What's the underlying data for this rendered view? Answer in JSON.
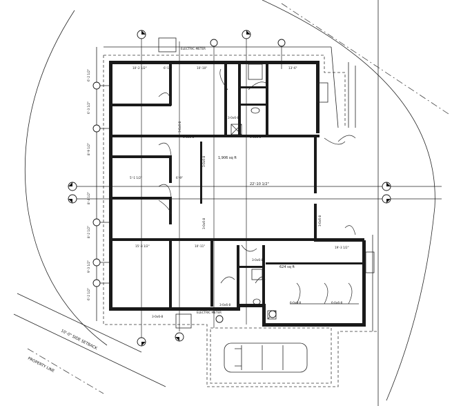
{
  "labels": {
    "side_setback": "10'-0\" SIDE SETBACK",
    "property_line": "PROPERTY LINE",
    "area_main": "1,906 sq ft",
    "area_right": "624 sq ft",
    "dim_main_width": "22'-10 1/2\"",
    "electric_meter_top": "ELECTRIC METER",
    "electric_meter_bottom": "ELECTRIC METER"
  },
  "dimensions": {
    "top_left_room": "10'-2 1/2\"",
    "top_mid_room": "10'-10\"",
    "top_right_room": "13'-6\"",
    "top_small": "6'-11\"",
    "mid_left": "6'-9\"",
    "mid_right": "5'-1 1/2\"",
    "bottom_left_room": "15'-3 1/2\"",
    "bottom_mid_room": "10'-11\"",
    "bottom_right_room": "19'-3 1/2\"",
    "left_1": "6'-2 1/2\"",
    "left_2": "6'-3 1/2\"",
    "left_3": "8'-9 1/2\"",
    "left_4": "8'-4 1/2\"",
    "left_5": "8'-2 1/2\"",
    "left_6": "9'-3 1/2\"",
    "left_7": "6'-2 1/2\""
  },
  "door_tags": [
    "3-0x6-8",
    "3-0x6-8",
    "3-0x6-8",
    "3-0x6-8",
    "3-0x6-8",
    "3-0x6-8",
    "6-0x6-8",
    "6-0x6-8",
    "3-0x6-8",
    "3-0x6-8",
    "3-0x6-8",
    "3-0x6-8"
  ]
}
